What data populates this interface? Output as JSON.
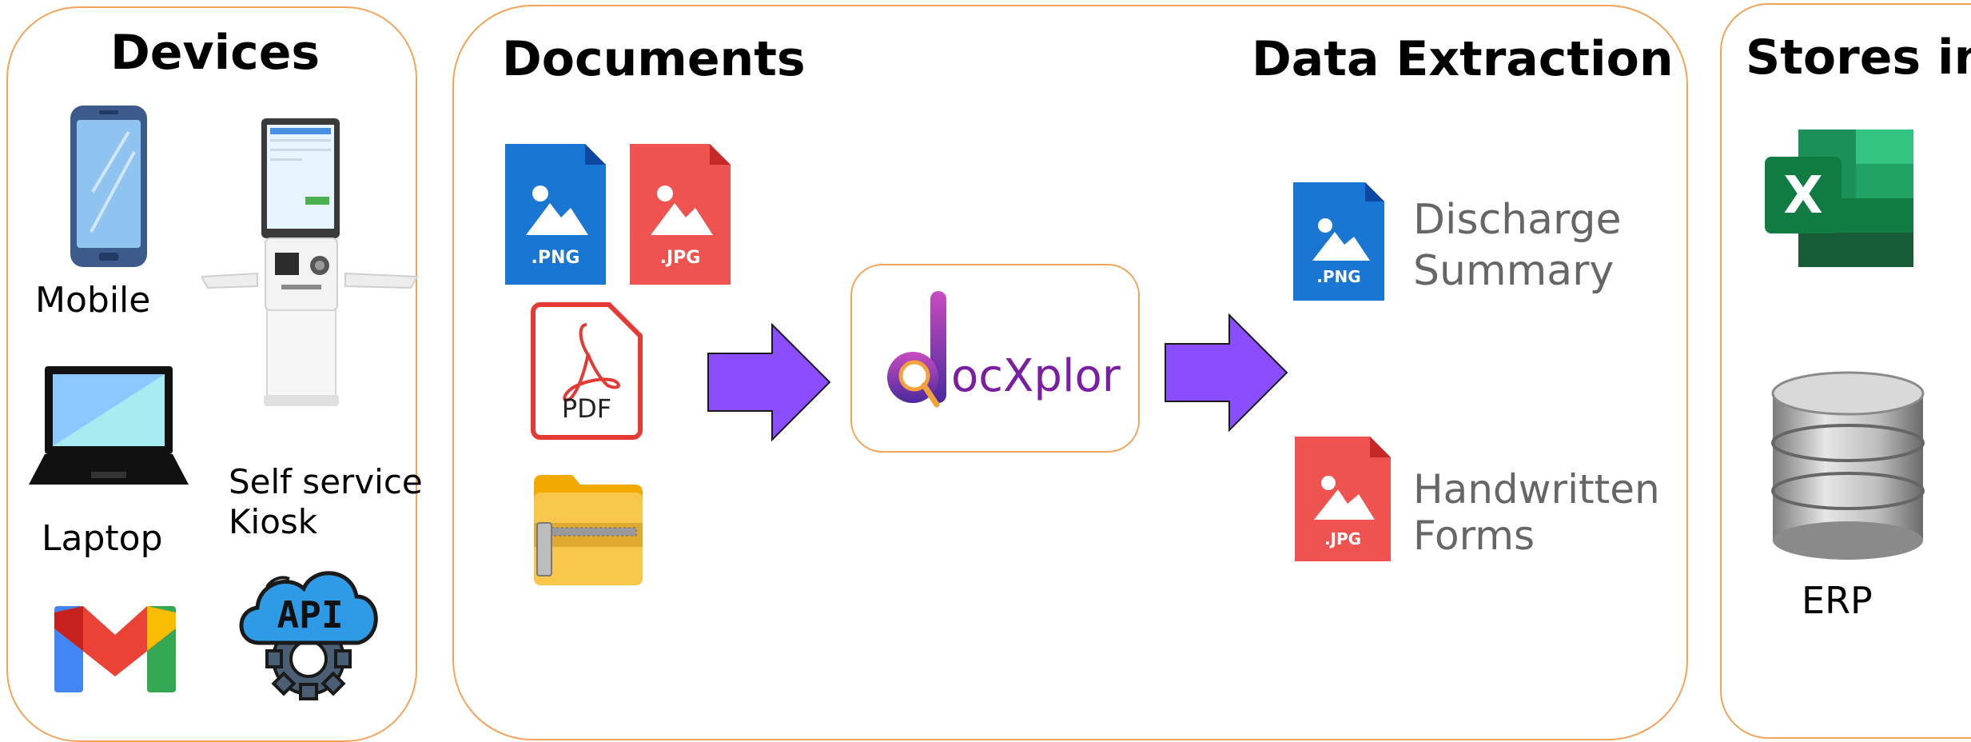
{
  "devices": {
    "title": "Devices",
    "mobile_label": "Mobile",
    "laptop_label": "Laptop",
    "kiosk_label_line1": "Self service",
    "kiosk_label_line2": "Kiosk",
    "api_label": "API"
  },
  "documents": {
    "title": "Documents",
    "png_tag": ".PNG",
    "jpg_tag": ".JPG",
    "pdf_tag": "PDF"
  },
  "processor": {
    "logo_text": "ocXplor"
  },
  "extraction": {
    "title": "Data Extraction",
    "outputs": [
      {
        "tag": ".PNG",
        "line1": "Discharge",
        "line2": "Summary"
      },
      {
        "tag": ".JPG",
        "line1": "Handwritten",
        "line2": "Forms"
      }
    ]
  },
  "stores": {
    "title": "Stores in",
    "excel_letter": "X",
    "erp_label": "ERP"
  },
  "colors": {
    "panel_border": "#f3a35a",
    "arrow_fill": "#8a4dff",
    "png_blue": "#1976d2",
    "jpg_red": "#ef5350",
    "logo_purple": "#7b1fa2"
  }
}
